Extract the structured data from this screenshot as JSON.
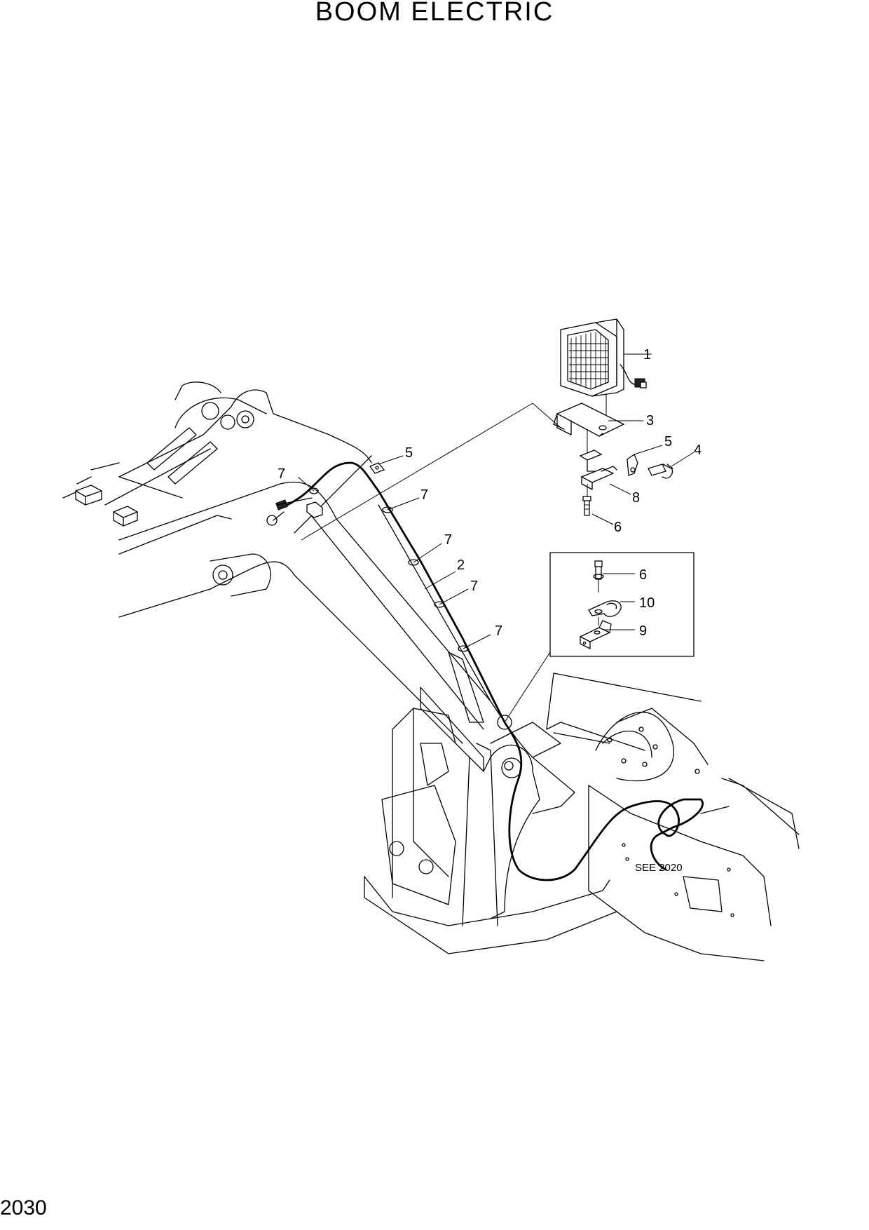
{
  "title": "BOOM ELECTRIC",
  "page_number": "2030",
  "reference_note": "SEE 2020",
  "callouts": [
    {
      "id": "c1",
      "label": "1"
    },
    {
      "id": "c3",
      "label": "3"
    },
    {
      "id": "c5a",
      "label": "5"
    },
    {
      "id": "c4",
      "label": "4"
    },
    {
      "id": "c8",
      "label": "8"
    },
    {
      "id": "c6a",
      "label": "6"
    },
    {
      "id": "c5b",
      "label": "5"
    },
    {
      "id": "c7a",
      "label": "7"
    },
    {
      "id": "c7b",
      "label": "7"
    },
    {
      "id": "c7c",
      "label": "7"
    },
    {
      "id": "c2",
      "label": "2"
    },
    {
      "id": "c7d",
      "label": "7"
    },
    {
      "id": "c7e",
      "label": "7"
    },
    {
      "id": "c6b",
      "label": "6"
    },
    {
      "id": "c10",
      "label": "10"
    },
    {
      "id": "c9",
      "label": "9"
    }
  ]
}
